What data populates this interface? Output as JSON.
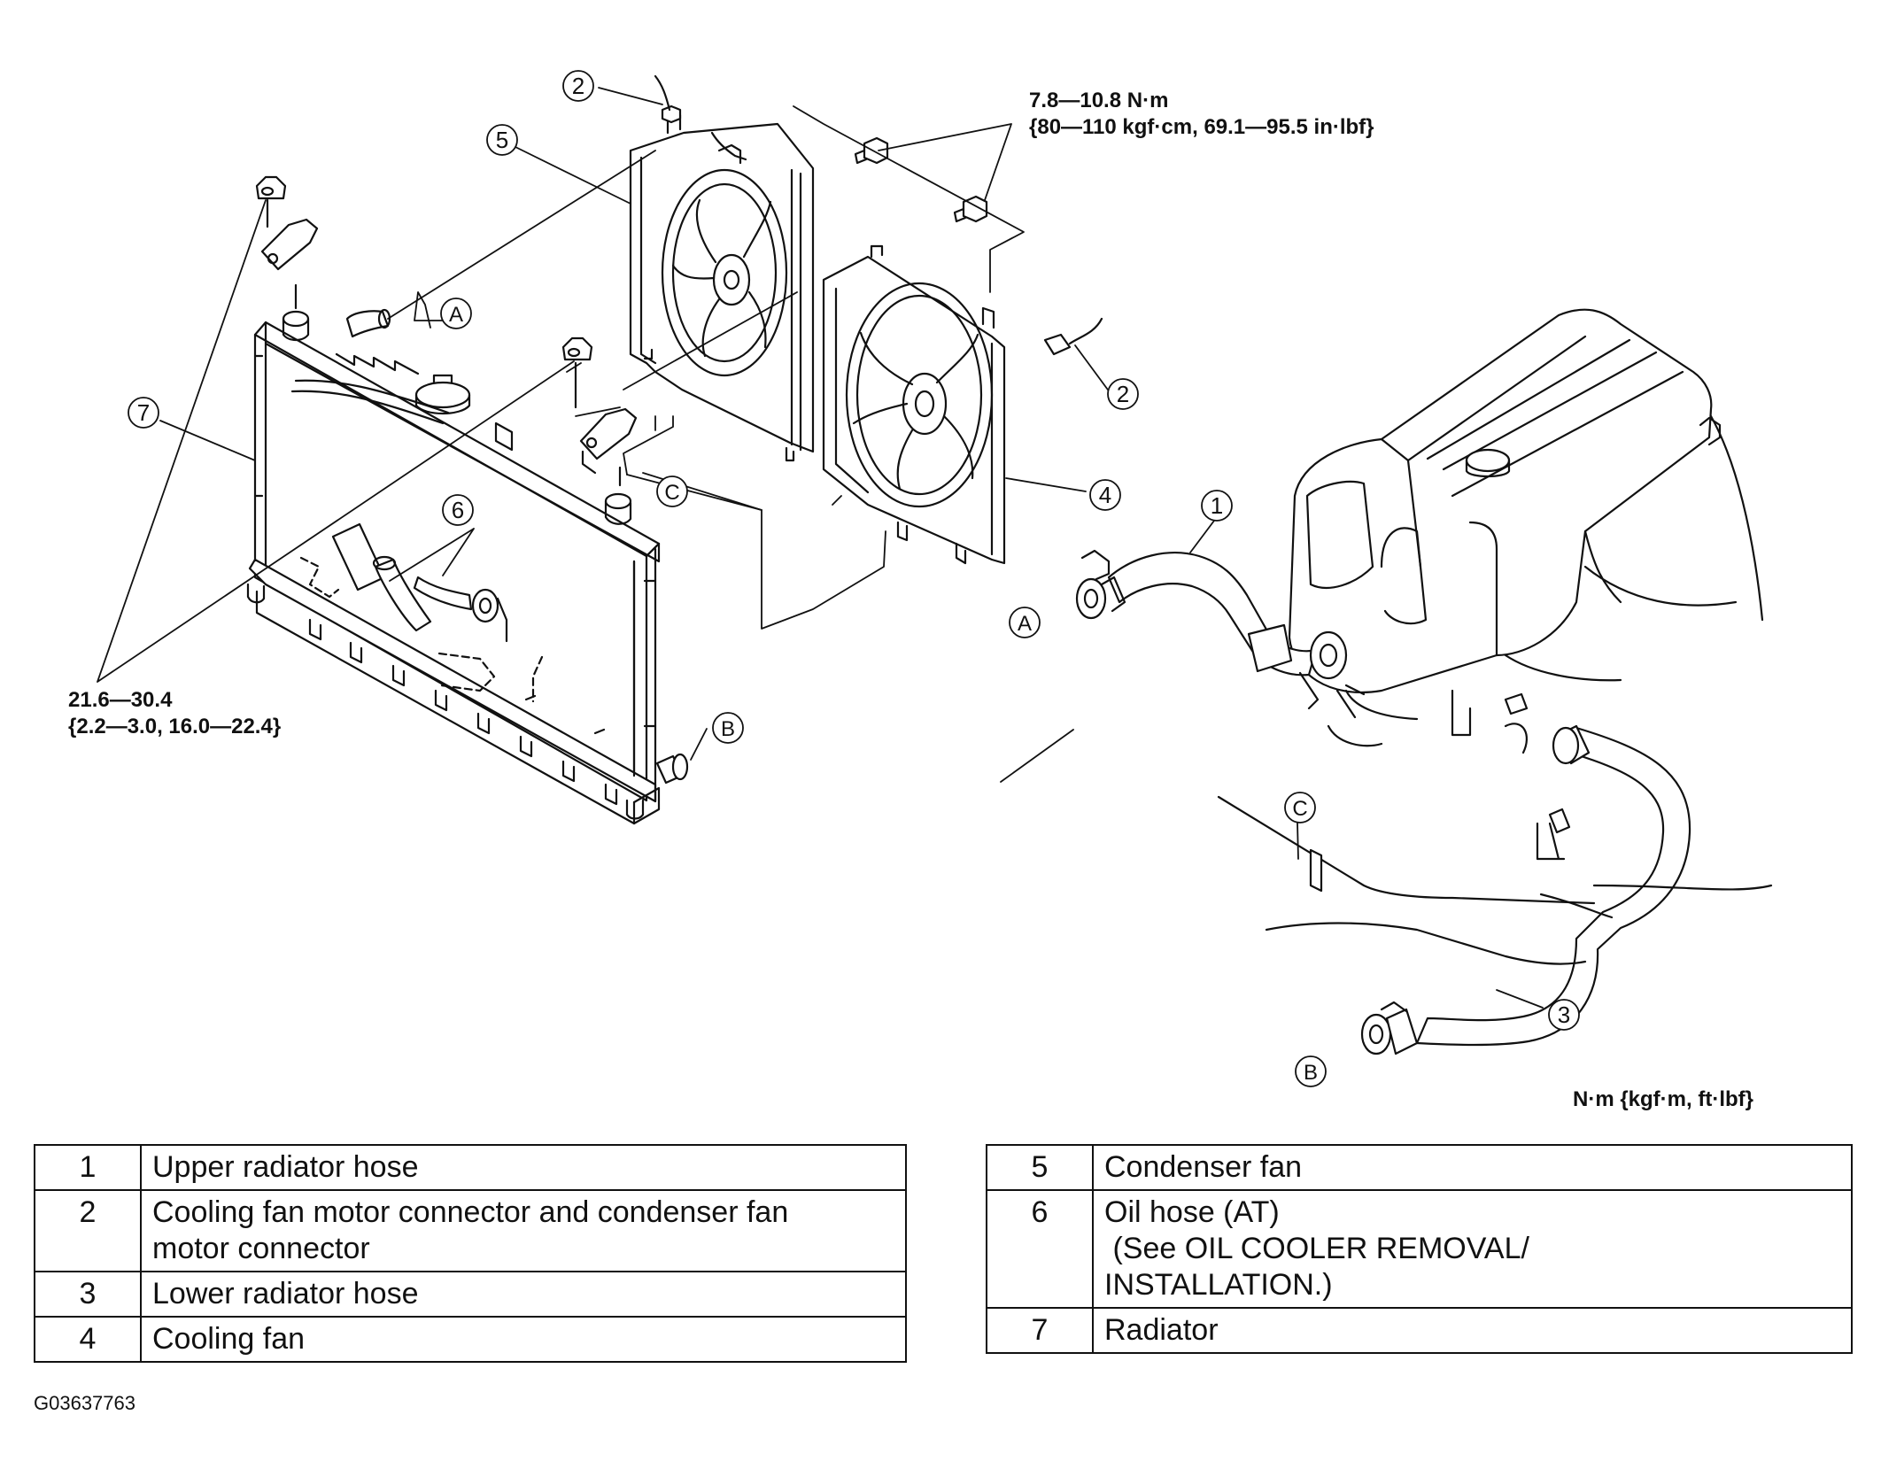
{
  "callouts": {
    "part1": "1",
    "part2a": "2",
    "part2b": "2",
    "part3": "3",
    "part4": "4",
    "part5": "5",
    "part6": "6",
    "part7": "7",
    "conn_a1": "A",
    "conn_a2": "A",
    "conn_b1": "B",
    "conn_b2": "B",
    "conn_c1": "C",
    "conn_c2": "C"
  },
  "torque_specs": {
    "fan_bolts_line1": "7.8—10.8 N·m",
    "fan_bolts_line2": "{80—110 kgf·cm, 69.1—95.5 in·lbf}",
    "radiator_mount_line1": "21.6—30.4",
    "radiator_mount_line2": "{2.2—3.0, 16.0—22.4}",
    "units": "N·m {kgf·m, ft·lbf}"
  },
  "legend_left": [
    {
      "num": "1",
      "lines": [
        "Upper radiator hose"
      ]
    },
    {
      "num": "2",
      "lines": [
        "Cooling fan motor connector and condenser fan",
        "motor connector"
      ]
    },
    {
      "num": "3",
      "lines": [
        "Lower radiator hose"
      ]
    },
    {
      "num": "4",
      "lines": [
        "Cooling fan"
      ]
    }
  ],
  "legend_right": [
    {
      "num": "5",
      "lines": [
        "Condenser fan"
      ]
    },
    {
      "num": "6",
      "lines": [
        "Oil hose (AT)",
        " (See OIL COOLER REMOVAL/",
        "INSTALLATION.)"
      ]
    },
    {
      "num": "7",
      "lines": [
        "Radiator"
      ]
    }
  ],
  "figure_code": "G03637763"
}
